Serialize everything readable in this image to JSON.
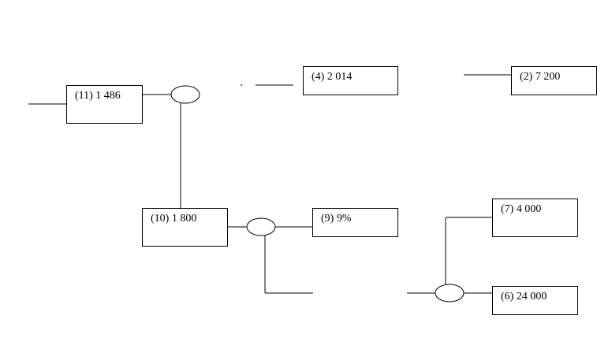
{
  "colors": {
    "line": "#000000",
    "background": "#ffffff"
  },
  "nodes": {
    "n11": {
      "label": "(11) 1 486"
    },
    "n4": {
      "label": "(4) 2 014"
    },
    "n2": {
      "label": "(2) 7 200"
    },
    "n10": {
      "label": "(10) 1 800"
    },
    "n9": {
      "label": "(9) 9%"
    },
    "n7": {
      "label": "(7) 4 000"
    },
    "n6": {
      "label": "(6) 24 000"
    }
  }
}
